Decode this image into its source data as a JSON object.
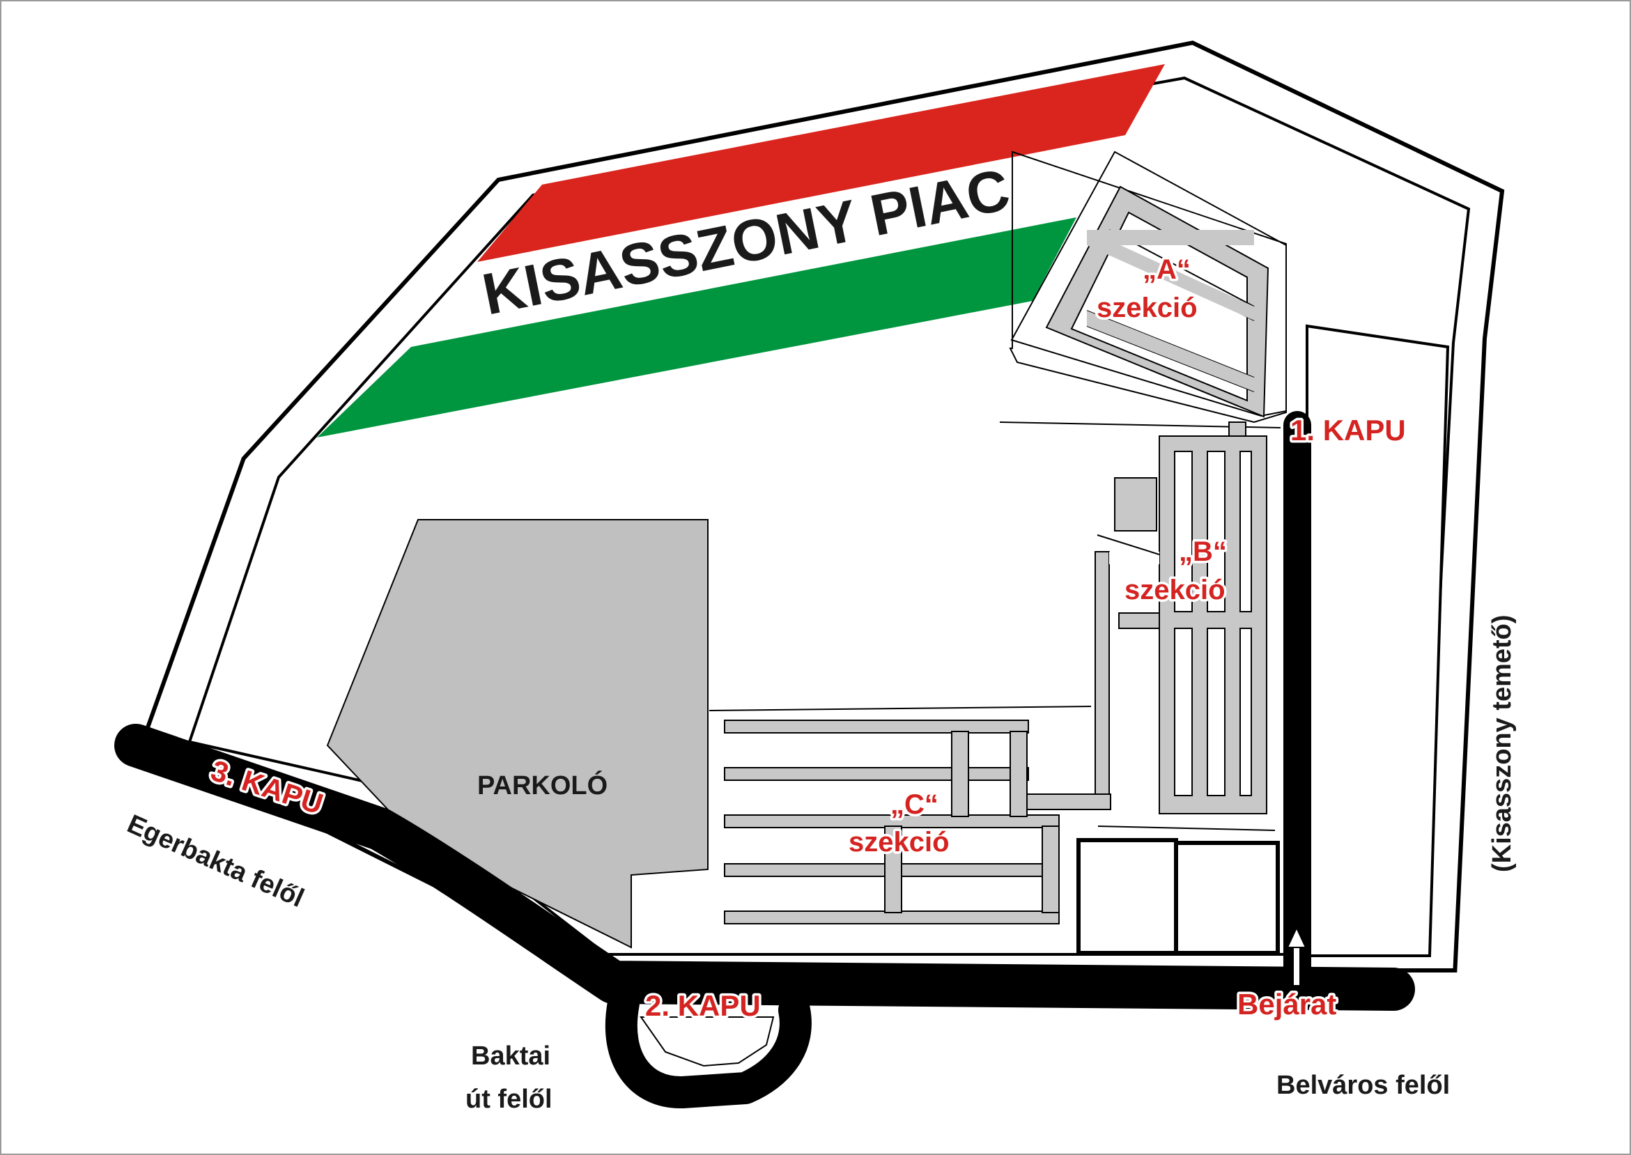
{
  "title": "KISASSZONY PIAC",
  "colors": {
    "flag_red": "#d9251d",
    "flag_green": "#00963f",
    "parking_gray": "#c0c0c0",
    "stall_gray": "#c8c8c8",
    "road_black": "#000000",
    "gate_label_red": "#d42320"
  },
  "parking_label": "PARKOLÓ",
  "sections": {
    "a": {
      "name": "„A“",
      "word": "szekció"
    },
    "b": {
      "name": "„B“",
      "word": "szekció"
    },
    "c": {
      "name": "„C“",
      "word": "szekció"
    }
  },
  "gates": {
    "gate1": "1. KAPU",
    "gate2": "2. KAPU",
    "gate3": "3. KAPU",
    "entrance": "Bejárat"
  },
  "directions": {
    "egerbakta": "Egerbakta felől",
    "baktai_line1": "Baktai",
    "baktai_line2": "út felől",
    "belvaros": "Belváros felől",
    "temeto": "(Kisasszony temető)"
  },
  "icons": {
    "entrance_arrow": "up-arrow-icon"
  }
}
